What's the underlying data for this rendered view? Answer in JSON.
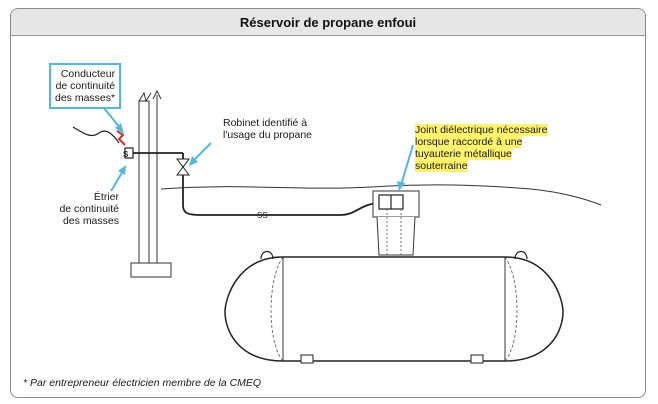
{
  "title": "Réservoir de propane enfoui",
  "labels": {
    "conductor_line1": "Conducteur",
    "conductor_line2": "de continuité",
    "conductor_line3": "des masses*",
    "clamp_line1": "Étrier",
    "clamp_line2": "de continuité",
    "clamp_line3": "des masses",
    "valve_line1": "Robinet identifié à",
    "valve_line2": "l'usage du propane",
    "joint_line1": "Joint diélectrique nécessaire",
    "joint_line2": "lorsque raccordé à une",
    "joint_line3": "tuyauterie métallique",
    "joint_line4": "souterraine"
  },
  "footnote": "* Par entrepreneur électricien membre de la CMEQ",
  "colors": {
    "callout_border": "#53b7e3",
    "highlight": "#fff36b",
    "conductor": "#d6312b",
    "arrow": "#53b7e3"
  }
}
